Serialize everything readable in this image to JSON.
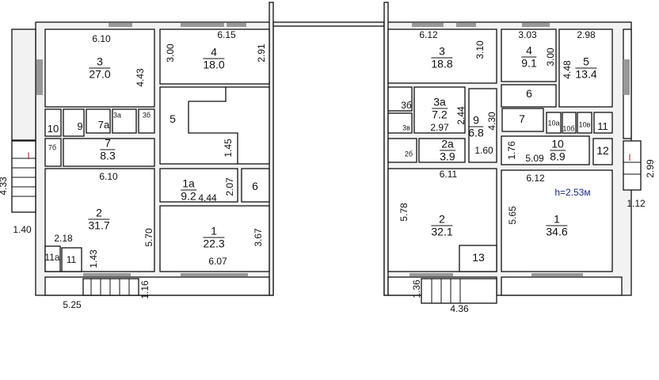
{
  "colors": {
    "wall": "#111111",
    "wall_fill": "#eeeeee",
    "window": "#888888",
    "entry_mark": "#c0202a",
    "height_note": "#1a2a8a"
  },
  "left_wing": {
    "rooms": [
      {
        "num": "3",
        "area": "27.0"
      },
      {
        "num": "4",
        "area": "18.0"
      },
      {
        "num": "5"
      },
      {
        "num": "10"
      },
      {
        "num": "9"
      },
      {
        "num": "7а"
      },
      {
        "num": "3а"
      },
      {
        "num": "3б"
      },
      {
        "num": "7",
        "area": "8.3"
      },
      {
        "num": "7б"
      },
      {
        "num": "2",
        "area": "31.7"
      },
      {
        "num": "1а",
        "area": "9.2"
      },
      {
        "num": "6"
      },
      {
        "num": "1",
        "area": "22.3"
      },
      {
        "num": "11а"
      },
      {
        "num": "11"
      }
    ],
    "dimensions": [
      "6.10",
      "4.43",
      "6.15",
      "3.00",
      "2.91",
      "1.45",
      "6.10",
      "2.07",
      "4.44",
      "4.33",
      "1.40",
      "2.18",
      "1.43",
      "5.70",
      "3.67",
      "6.07",
      "1.16",
      "5.25"
    ]
  },
  "right_wing": {
    "rooms": [
      {
        "num": "3",
        "area": "18.8"
      },
      {
        "num": "4",
        "area": "9.1"
      },
      {
        "num": "5",
        "area": "13.4"
      },
      {
        "num": "3б"
      },
      {
        "num": "3а",
        "area": "7.2"
      },
      {
        "num": "3в"
      },
      {
        "num": "9",
        "area": "6.8"
      },
      {
        "num": "6"
      },
      {
        "num": "7"
      },
      {
        "num": "10а"
      },
      {
        "num": "10б"
      },
      {
        "num": "10в"
      },
      {
        "num": "11"
      },
      {
        "num": "2б"
      },
      {
        "num": "2а",
        "area": "3.9"
      },
      {
        "num": "10",
        "area": "8.9"
      },
      {
        "num": "12"
      },
      {
        "num": "2",
        "area": "32.1"
      },
      {
        "num": "13"
      },
      {
        "num": "1",
        "area": "34.6"
      }
    ],
    "dimensions": [
      "6.12",
      "3.10",
      "3.03",
      "3.00",
      "2.98",
      "4.48",
      "2.44",
      "2.97",
      "4.30",
      "1.60",
      "1.76",
      "5.09",
      "6.11",
      "6.12",
      "2.99",
      "5.78",
      "5.65",
      "1.12",
      "1.36",
      "4.36"
    ],
    "height_note": "h=2.53м"
  },
  "entry_marks": [
    "I",
    "I"
  ]
}
